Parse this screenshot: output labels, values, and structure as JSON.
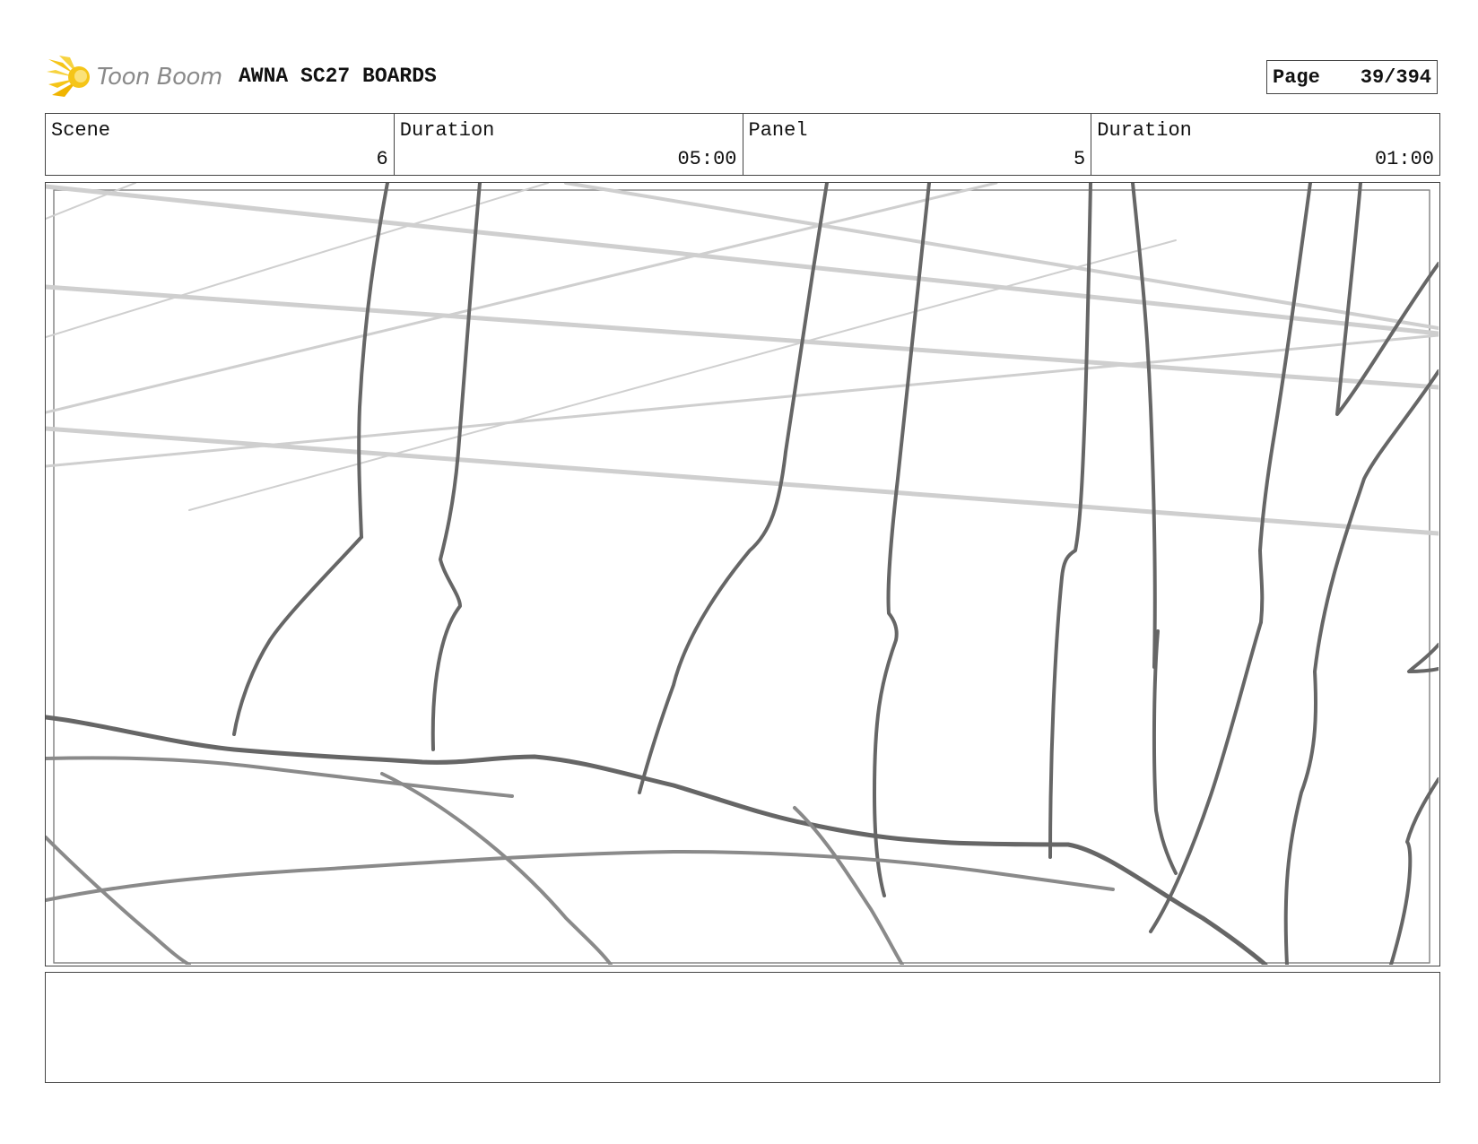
{
  "header": {
    "logo_text": "Toon Boom",
    "title": "AWNA SC27 BOARDS",
    "page_label": "Page",
    "page_number": "39/394"
  },
  "info": {
    "scene_label": "Scene",
    "scene_value": "6",
    "scene_duration_label": "Duration",
    "scene_duration_value": "05:00",
    "panel_label": "Panel",
    "panel_value": "5",
    "panel_duration_label": "Duration",
    "panel_duration_value": "01:00"
  },
  "colors": {
    "logo_yellow": "#f5c518",
    "logo_gray": "#8a8a8a",
    "border": "#444444",
    "sketch_dark": "#666666",
    "sketch_light": "#c8c8c8"
  },
  "notes": {
    "text": ""
  }
}
